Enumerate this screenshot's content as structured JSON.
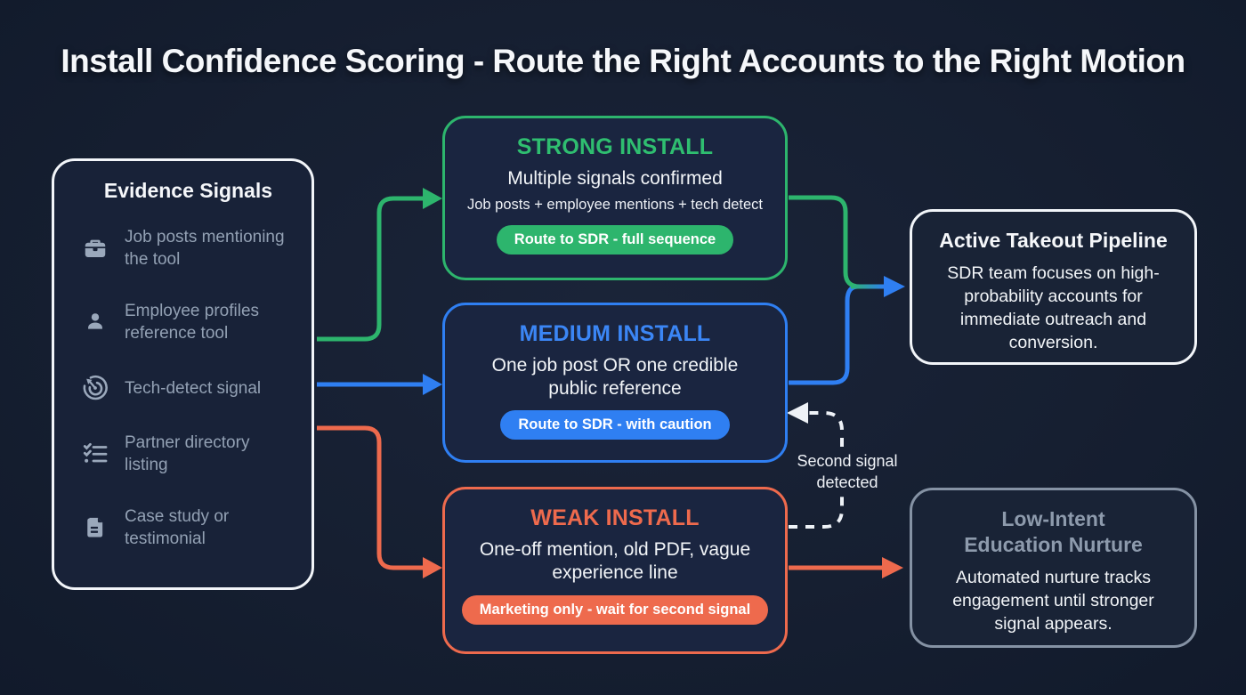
{
  "title": "Install Confidence Scoring - Route the Right Accounts to the Right Motion",
  "colors": {
    "background": "#161f31",
    "strong_green": "#2db56d",
    "medium_blue": "#2f7ff2",
    "weak_orange": "#ee6a4d",
    "panel_white": "#f2f5f9",
    "nurture_gray": "#8592a4",
    "muted_text": "#93a1b4"
  },
  "evidence": {
    "title": "Evidence Signals",
    "items": [
      {
        "icon": "briefcase-icon",
        "label": "Job posts mentioning the tool"
      },
      {
        "icon": "person-icon",
        "label": "Employee profiles reference tool"
      },
      {
        "icon": "radar-icon",
        "label": "Tech-detect signal"
      },
      {
        "icon": "checklist-icon",
        "label": "Partner directory listing"
      },
      {
        "icon": "document-icon",
        "label": "Case study or testimonial"
      }
    ]
  },
  "tiers": [
    {
      "title": "STRONG INSTALL",
      "subtitle": "Multiple signals confirmed",
      "detail": "Job posts + employee mentions + tech detect",
      "badge": "Route to SDR - full sequence",
      "color": "#2db56d"
    },
    {
      "title": "MEDIUM INSTALL",
      "subtitle": "One job post OR one credible public reference",
      "badge": "Route to SDR - with caution",
      "color": "#2f7ff2"
    },
    {
      "title": "WEAK INSTALL",
      "subtitle": "One-off mention, old PDF, vague experience line",
      "badge": "Marketing only - wait for second signal",
      "color": "#ee6a4d"
    }
  ],
  "outcomes": [
    {
      "title": "Active Takeout Pipeline",
      "body": "SDR team focuses on high-probability accounts for immediate outreach and conversion."
    },
    {
      "title": "Low-Intent Education Nurture",
      "body": "Automated nurture tracks engagement until stronger signal appears."
    }
  ],
  "annotations": {
    "second_signal": "Second signal detected"
  },
  "flows": [
    {
      "from": "evidence-signals",
      "to": "strong-install",
      "style": "green-solid"
    },
    {
      "from": "evidence-signals",
      "to": "medium-install",
      "style": "blue-solid"
    },
    {
      "from": "evidence-signals",
      "to": "weak-install",
      "style": "orange-solid"
    },
    {
      "from": "strong-install",
      "to": "active-takeout-pipeline",
      "style": "green-to-blue-solid"
    },
    {
      "from": "medium-install",
      "to": "active-takeout-pipeline",
      "style": "blue-solid"
    },
    {
      "from": "weak-install",
      "to": "low-intent-education-nurture",
      "style": "orange-solid"
    },
    {
      "from": "weak-install",
      "to": "medium-install",
      "style": "white-dashed",
      "label": "Second signal detected"
    }
  ]
}
